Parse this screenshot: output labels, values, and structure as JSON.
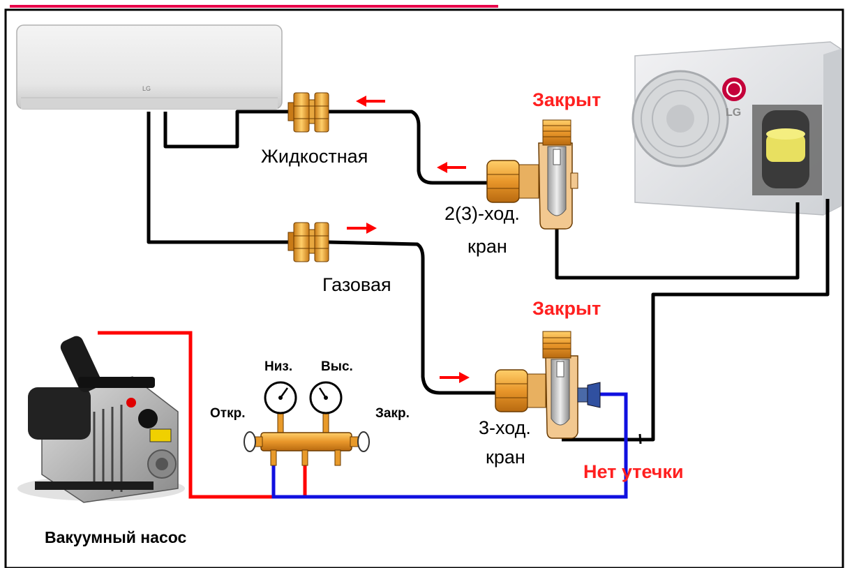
{
  "labels": {
    "liquid_line": "Жидкостная",
    "gas_line": "Газовая",
    "valve_top_status": "Закрыт",
    "valve_bottom_status": "Закрыт",
    "valve_top_name_line1": "2(3)-ход.",
    "valve_top_name_line2": "кран",
    "valve_bottom_name_line1": "3-ход.",
    "valve_bottom_name_line2": "кран",
    "gauge_low": "Низ.",
    "gauge_high": "Выс.",
    "open": "Откр.",
    "closed": "Закр.",
    "no_leak": "Нет утечки",
    "vacuum_pump": "Вакуумный насос",
    "indoor_brand": "LG",
    "outdoor_brand": "LG"
  },
  "colors": {
    "accent_red": "#ff2020",
    "hose_red": "#ff0000",
    "hose_blue": "#1010e0",
    "pipe_black": "#000000",
    "brass": "#e89a2a",
    "title_bar": "#e8004a"
  }
}
